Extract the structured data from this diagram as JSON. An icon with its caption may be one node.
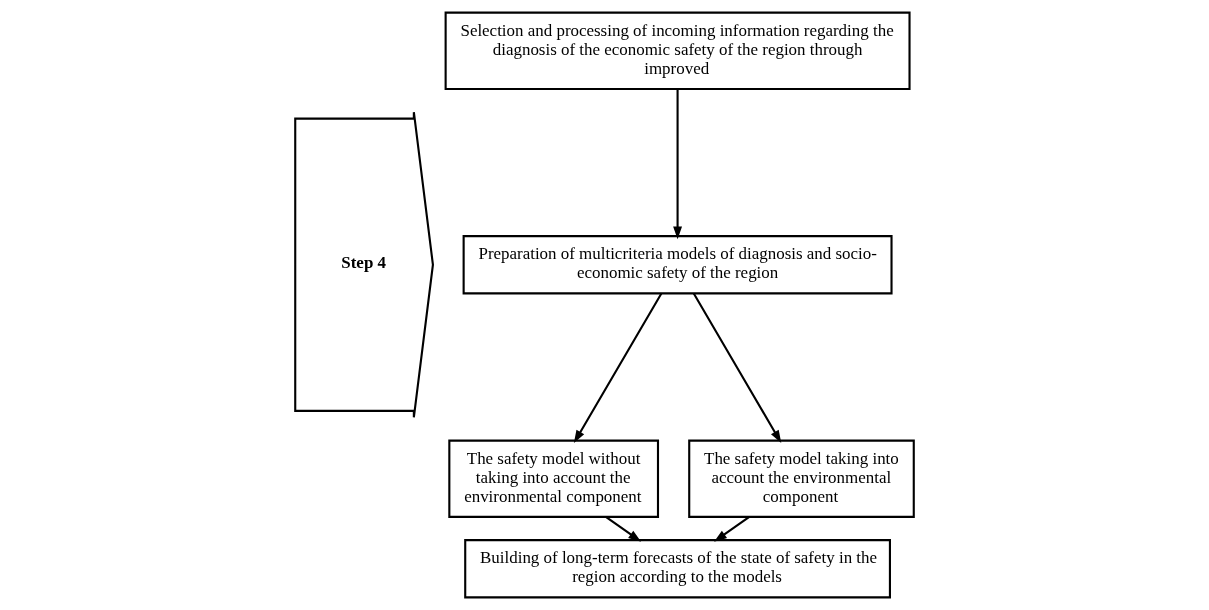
{
  "diagram": {
    "nodes": [
      {
        "text": [
          "Step 4"
        ]
      },
      {
        "text": [
          "Selection and processing of incoming information regarding the diagnosis of the economic safety of the region through improved"
        ]
      },
      {
        "text": [
          "Preparation of multicriteria models of diagnosis and socio-economic safety of the region"
        ]
      },
      {
        "text": [
          "The safety model without taking into account the environmental component"
        ]
      },
      {
        "text": [
          "The safety model taking into account the environmental component"
        ]
      },
      {
        "text": [
          "Building of long-term forecasts of the state of safety in the region according to the models"
        ]
      }
    ],
    "edges": [
      {
        "from": 1,
        "to": 2,
        "arrow": "to"
      },
      {
        "from": 2,
        "to": 3,
        "arrow": "to"
      },
      {
        "from": 2,
        "to": 4,
        "arrow": "to"
      },
      {
        "from": 3,
        "to": 5,
        "arrow": "to"
      },
      {
        "from": 4,
        "to": 5,
        "arrow": "to"
      }
    ]
  }
}
